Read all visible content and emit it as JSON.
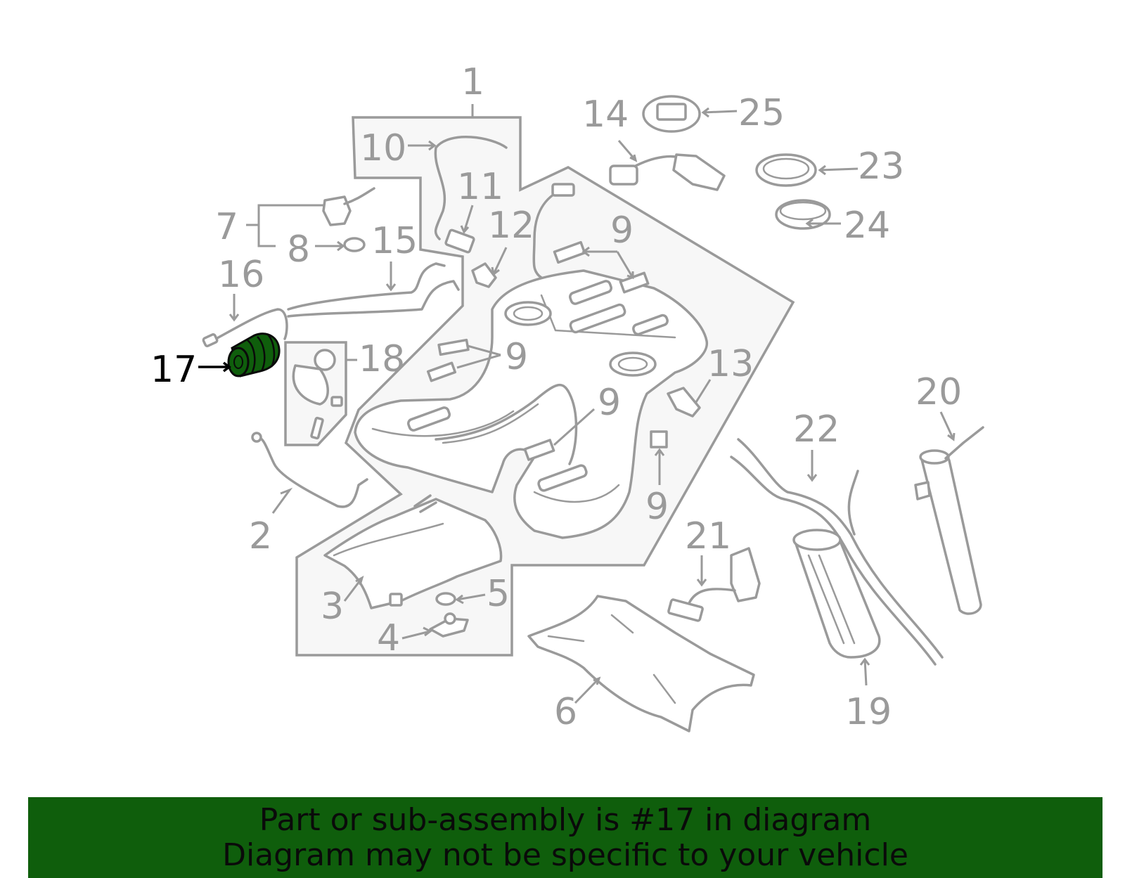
{
  "diagram": {
    "callouts": [
      {
        "id": "c1",
        "text": "1"
      },
      {
        "id": "c2",
        "text": "2"
      },
      {
        "id": "c3",
        "text": "3"
      },
      {
        "id": "c4",
        "text": "4"
      },
      {
        "id": "c5",
        "text": "5"
      },
      {
        "id": "c6",
        "text": "6"
      },
      {
        "id": "c7",
        "text": "7"
      },
      {
        "id": "c8",
        "text": "8"
      },
      {
        "id": "c9a",
        "text": "9"
      },
      {
        "id": "c9b",
        "text": "9"
      },
      {
        "id": "c9c",
        "text": "9"
      },
      {
        "id": "c9d",
        "text": "9"
      },
      {
        "id": "c10",
        "text": "10"
      },
      {
        "id": "c11",
        "text": "11"
      },
      {
        "id": "c12",
        "text": "12"
      },
      {
        "id": "c13",
        "text": "13"
      },
      {
        "id": "c14",
        "text": "14"
      },
      {
        "id": "c15",
        "text": "15"
      },
      {
        "id": "c16",
        "text": "16"
      },
      {
        "id": "c17",
        "text": "17"
      },
      {
        "id": "c18",
        "text": "18"
      },
      {
        "id": "c19",
        "text": "19"
      },
      {
        "id": "c20",
        "text": "20"
      },
      {
        "id": "c21",
        "text": "21"
      },
      {
        "id": "c22",
        "text": "22"
      },
      {
        "id": "c23",
        "text": "23"
      },
      {
        "id": "c24",
        "text": "24"
      },
      {
        "id": "c25",
        "text": "25"
      }
    ],
    "highlight_color": "#0f5e0c",
    "line_color": "#9a9a9a"
  },
  "banner": {
    "line1": "Part or sub-assembly is #17 in diagram",
    "line2": "Diagram may not be specific to your vehicle",
    "background": "#0f5e0c"
  }
}
